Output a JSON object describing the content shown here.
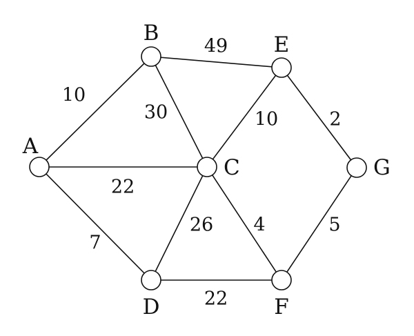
{
  "graph": {
    "nodes": [
      {
        "id": "A",
        "label": "A"
      },
      {
        "id": "B",
        "label": "B"
      },
      {
        "id": "C",
        "label": "C"
      },
      {
        "id": "D",
        "label": "D"
      },
      {
        "id": "E",
        "label": "E"
      },
      {
        "id": "F",
        "label": "F"
      },
      {
        "id": "G",
        "label": "G"
      }
    ],
    "edges": [
      {
        "from": "A",
        "to": "B",
        "weight": "10"
      },
      {
        "from": "B",
        "to": "E",
        "weight": "49"
      },
      {
        "from": "B",
        "to": "C",
        "weight": "30"
      },
      {
        "from": "C",
        "to": "E",
        "weight": "10"
      },
      {
        "from": "E",
        "to": "G",
        "weight": "2"
      },
      {
        "from": "A",
        "to": "C",
        "weight": "22"
      },
      {
        "from": "A",
        "to": "D",
        "weight": "7"
      },
      {
        "from": "C",
        "to": "D",
        "weight": "26"
      },
      {
        "from": "C",
        "to": "F",
        "weight": "4"
      },
      {
        "from": "G",
        "to": "F",
        "weight": "5"
      },
      {
        "from": "D",
        "to": "F",
        "weight": "22"
      }
    ]
  }
}
